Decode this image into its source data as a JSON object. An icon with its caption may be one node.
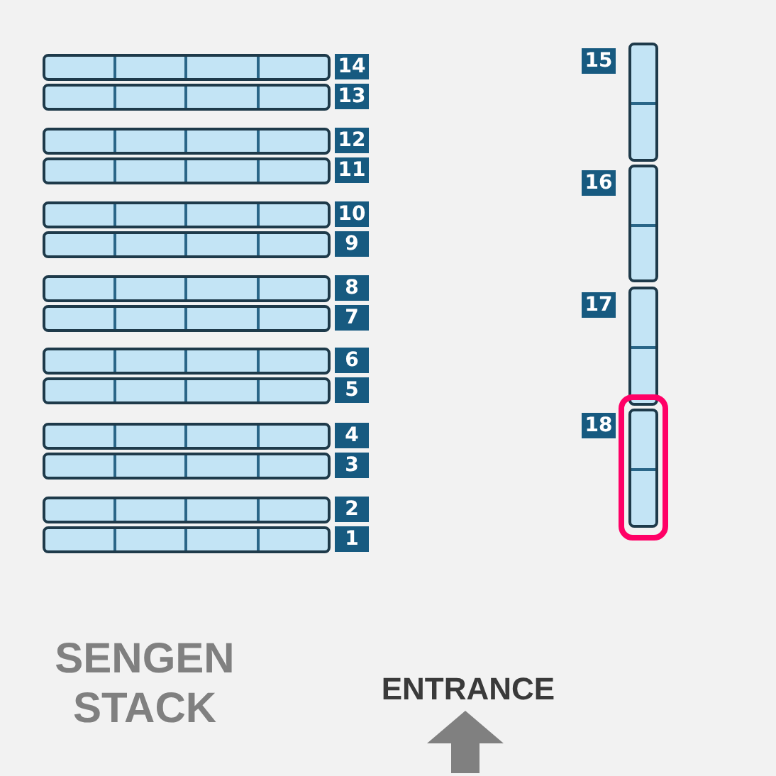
{
  "diagram": {
    "nodes": [
      {
        "text": [],
        "shape": "bar",
        "beside": [
          "14"
        ]
      },
      {
        "text": [],
        "shape": "bar",
        "beside": [
          "13"
        ]
      },
      {
        "text": [],
        "shape": "bar",
        "beside": [
          "12"
        ]
      },
      {
        "text": [],
        "shape": "bar",
        "beside": [
          "11"
        ]
      },
      {
        "text": [],
        "shape": "bar",
        "beside": [
          "10"
        ]
      },
      {
        "text": [],
        "shape": "bar",
        "beside": [
          "9"
        ]
      },
      {
        "text": [],
        "shape": "bar",
        "beside": [
          "8"
        ]
      },
      {
        "text": [],
        "shape": "bar",
        "beside": [
          "7"
        ]
      },
      {
        "text": [],
        "shape": "bar",
        "beside": [
          "6"
        ]
      },
      {
        "text": [],
        "shape": "bar",
        "beside": [
          "5"
        ]
      },
      {
        "text": [],
        "shape": "bar",
        "beside": [
          "4"
        ]
      },
      {
        "text": [],
        "shape": "bar",
        "beside": [
          "3"
        ]
      },
      {
        "text": [],
        "shape": "bar",
        "beside": [
          "2"
        ]
      },
      {
        "text": [],
        "shape": "bar",
        "beside": [
          "1"
        ]
      },
      {
        "text": [],
        "shape": "bar",
        "beside": [
          "15"
        ]
      },
      {
        "text": [],
        "shape": "bar",
        "beside": [
          "16"
        ]
      },
      {
        "text": [],
        "shape": "bar",
        "beside": [
          "17"
        ]
      },
      {
        "text": [],
        "shape": "box"
      },
      {
        "text": [],
        "shape": "bar",
        "beside": [
          "18"
        ],
        "in": 17
      }
    ],
    "edges": [],
    "labels": [
      "SENGEN STACK",
      "ENTRANCE"
    ]
  }
}
